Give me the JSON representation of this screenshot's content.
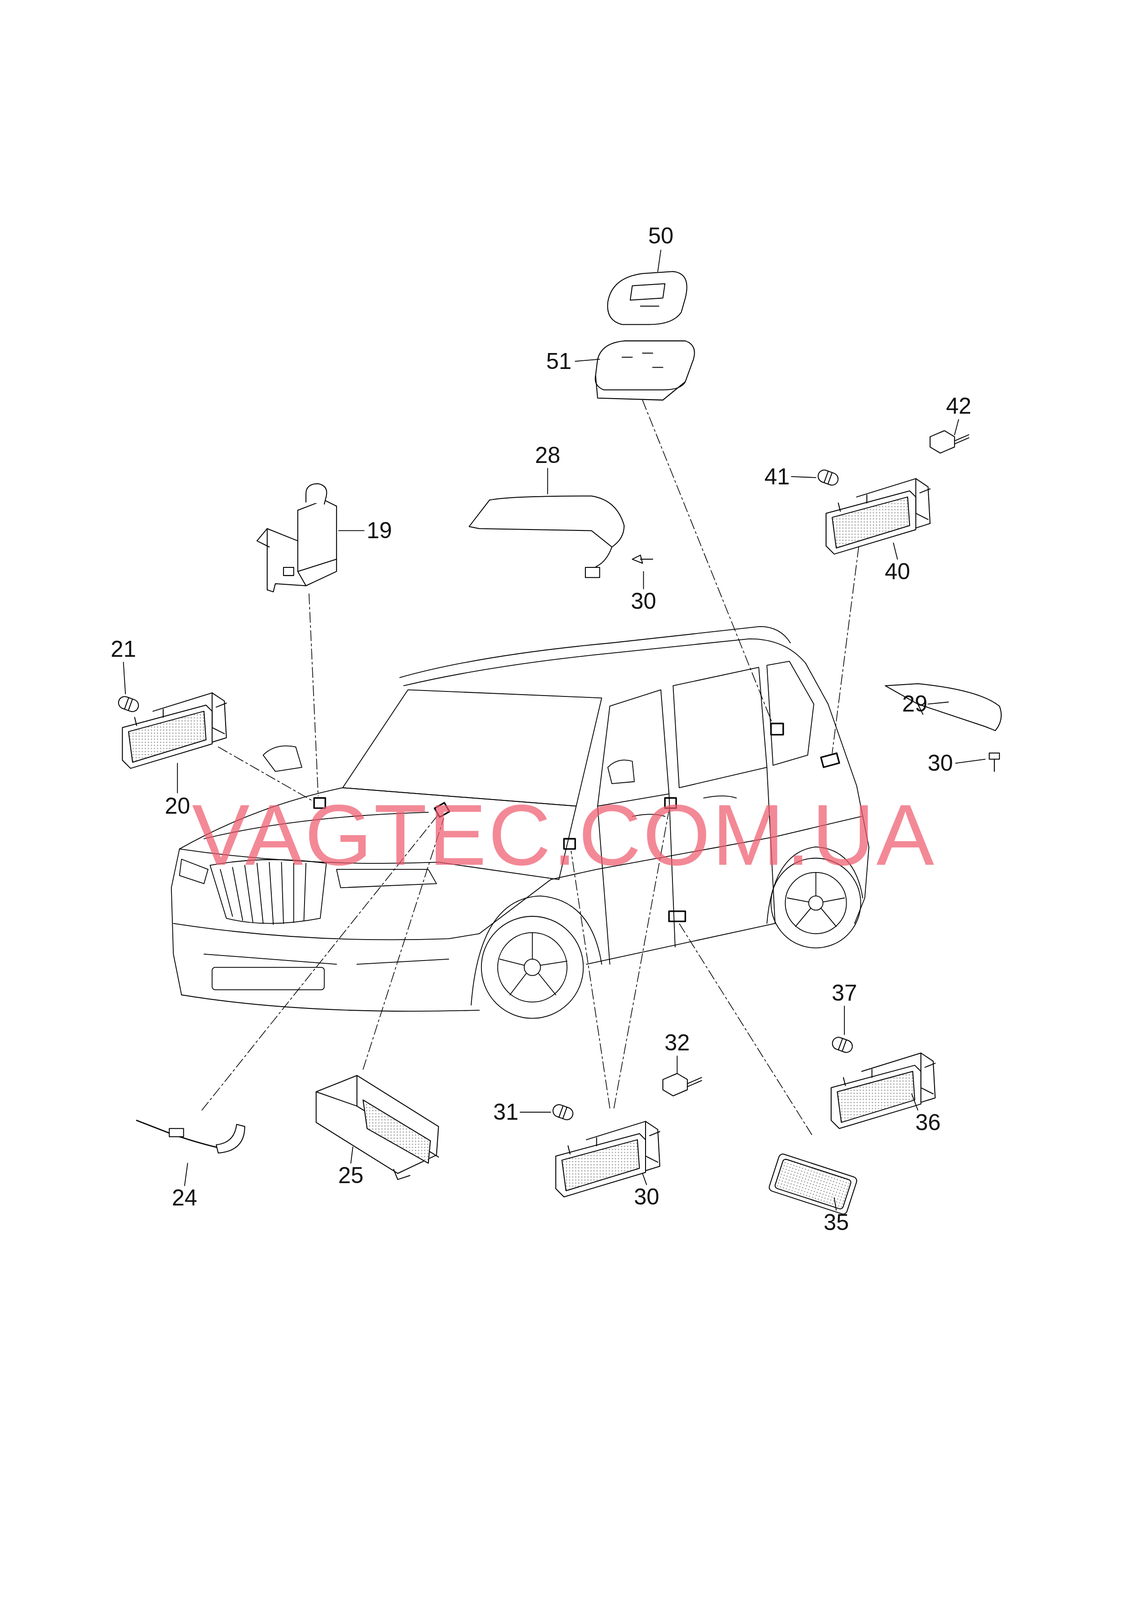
{
  "diagram": {
    "labels": [
      "50",
      "51",
      "42",
      "28",
      "41",
      "19",
      "40",
      "30",
      "21",
      "29",
      "30",
      "20",
      "VAGTEC.COM.UA",
      "37",
      "32",
      "31",
      "36",
      "25",
      "30",
      "24",
      "35"
    ]
  }
}
